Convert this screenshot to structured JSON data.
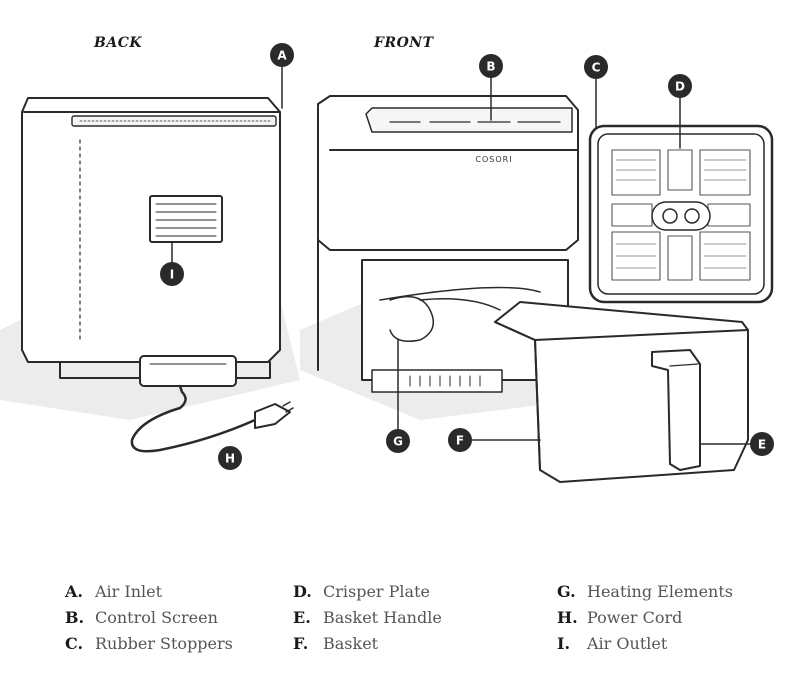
{
  "views": {
    "back": "BACK",
    "front": "FRONT"
  },
  "brand": "COSORI",
  "callouts": [
    "A",
    "B",
    "C",
    "D",
    "E",
    "F",
    "G",
    "H",
    "I"
  ],
  "legend": [
    {
      "key": "A.",
      "label": "Air Inlet"
    },
    {
      "key": "B.",
      "label": "Control Screen"
    },
    {
      "key": "C.",
      "label": "Rubber Stoppers"
    },
    {
      "key": "D.",
      "label": "Crisper Plate"
    },
    {
      "key": "E.",
      "label": "Basket Handle"
    },
    {
      "key": "F.",
      "label": "Basket"
    },
    {
      "key": "G.",
      "label": "Heating Elements"
    },
    {
      "key": "H.",
      "label": "Power Cord"
    },
    {
      "key": "I.",
      "label": "Air Outlet"
    }
  ]
}
